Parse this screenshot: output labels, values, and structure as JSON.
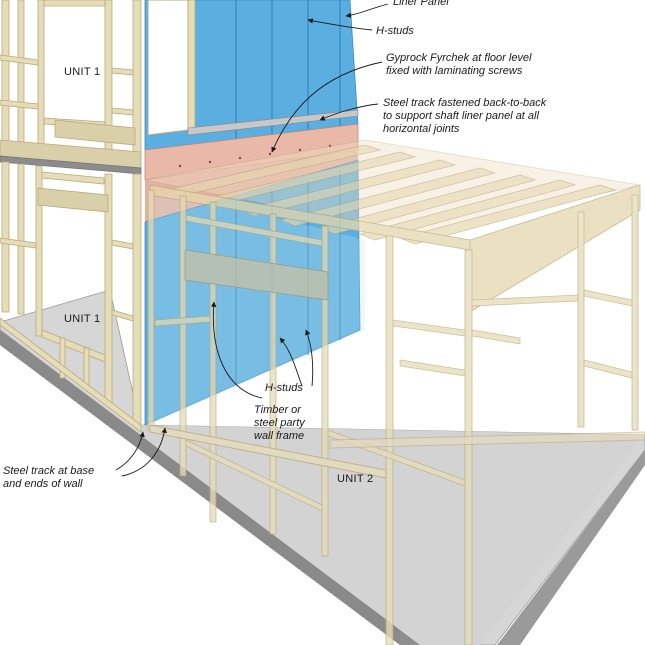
{
  "labels": {
    "liner_panel": "Liner Panel",
    "h_studs_top": "H-studs",
    "fyrchek": "Gyprock Fyrchek at floor level\nfixed with laminating screws",
    "steel_track_joints": "Steel track fastened back-to-back\nto support shaft liner panel at all\nhorizontal joints",
    "unit1_upper": "UNIT 1",
    "unit1_lower": "UNIT 1",
    "h_studs_mid": "H-studs",
    "timber_frame": "Timber or\nsteel party\nwall frame",
    "steel_track_base": "Steel track at base\nand ends of wall",
    "unit2": "UNIT 2"
  },
  "colors": {
    "timber": "#e6dcb8",
    "timber_edge": "#b9aa7c",
    "shaft_liner": "#5aaee0",
    "fyrchek_board": "#e9b8a8",
    "floor": "#d5d5d5",
    "slab_edge": "#8c8c8c"
  }
}
